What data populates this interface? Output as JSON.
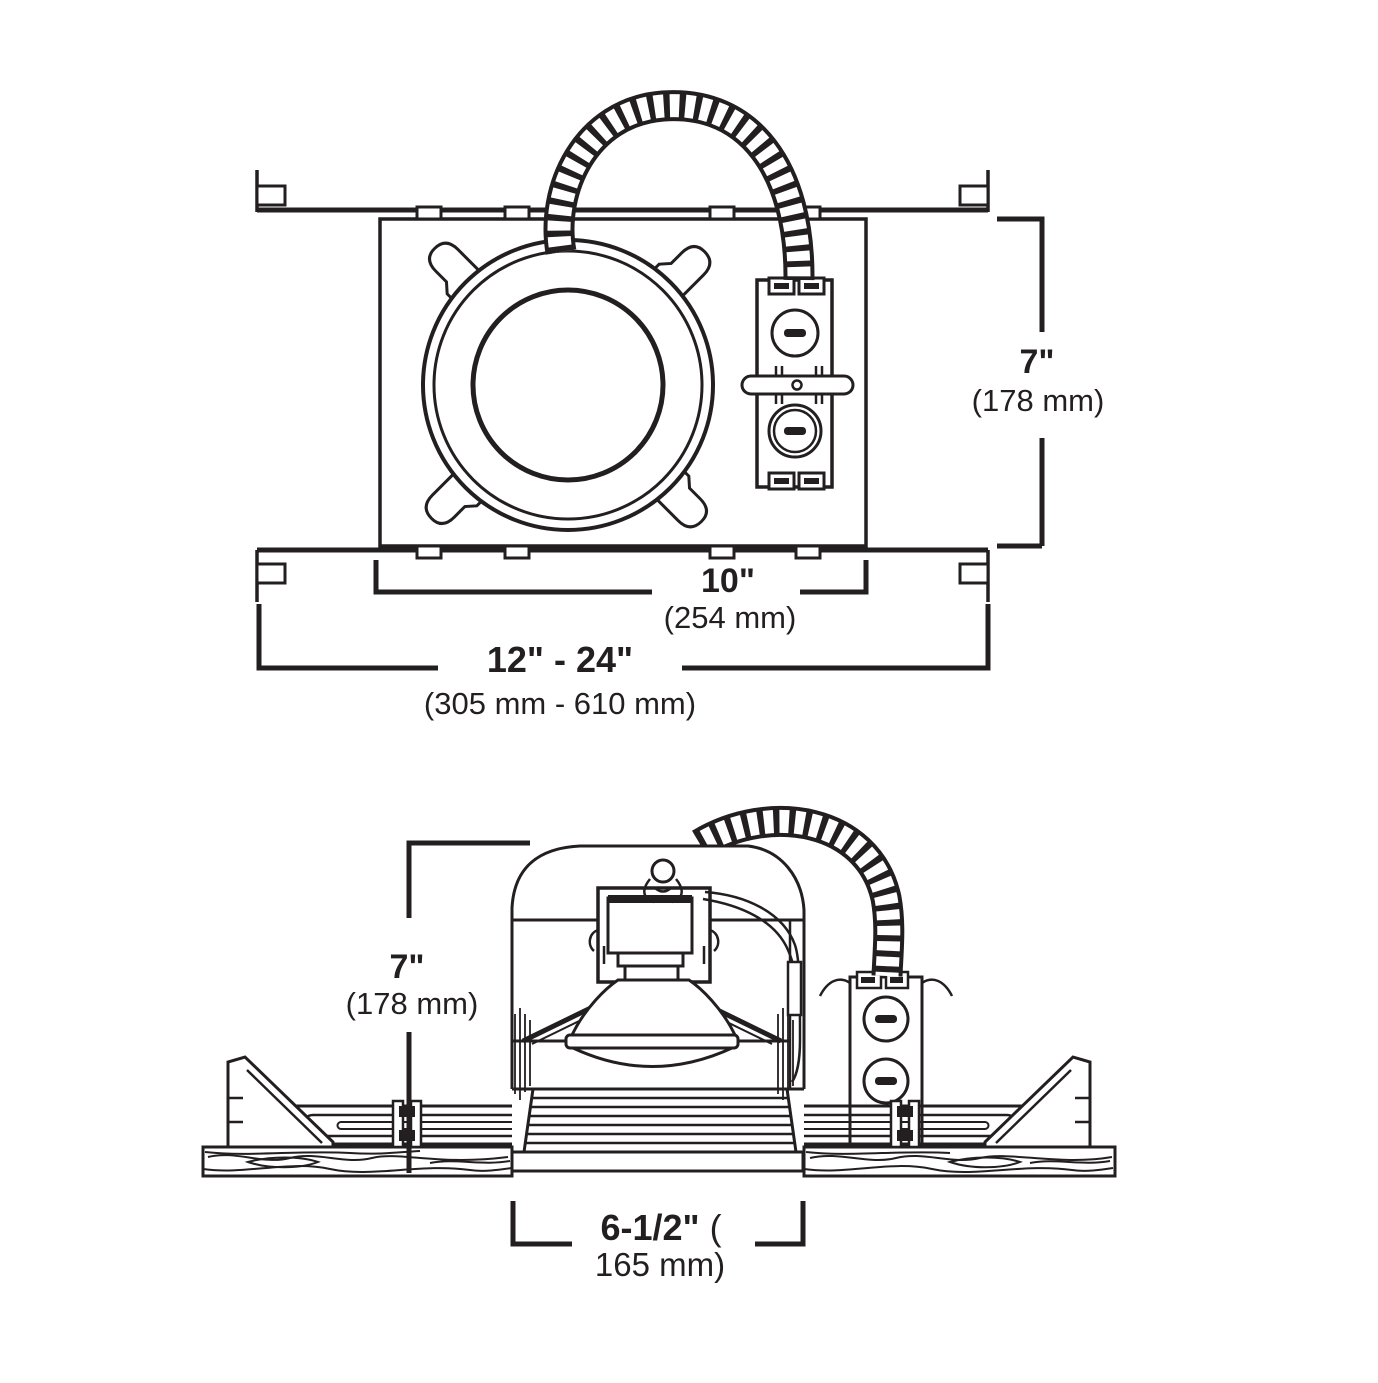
{
  "drawing": {
    "title": "recessed-downlight-dimension-diagram",
    "ink_color": "#231f20",
    "background_color": "#ffffff",
    "plan_view": {
      "dim_height": {
        "value": "7\"",
        "metric": "(178 mm)"
      },
      "dim_housing_width": {
        "value": "10\"",
        "metric": "(254 mm)"
      },
      "dim_bar_span": {
        "value": "12\" - 24\"",
        "metric": "(305 mm - 610 mm)"
      }
    },
    "section_view": {
      "dim_height": {
        "value": "7\"",
        "metric": "(178 mm)"
      },
      "dim_aperture": {
        "value": "6-1/2\"",
        "paren": " (",
        "metric": "165 mm)"
      }
    }
  }
}
